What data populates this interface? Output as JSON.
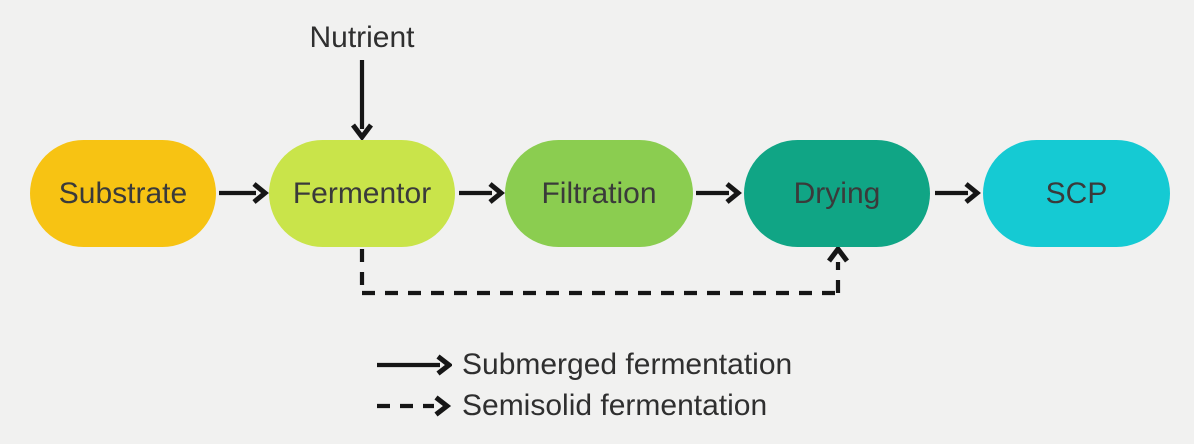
{
  "diagram": {
    "background_color": "#F1F1F0",
    "arrow_color": "#161616",
    "text_color": "#3A3A3A",
    "input_label": "Nutrient",
    "nodes": [
      {
        "id": "substrate",
        "label": "Substrate",
        "color": "#F7C313"
      },
      {
        "id": "fermentor",
        "label": "Fermentor",
        "color": "#C9E44A"
      },
      {
        "id": "filtration",
        "label": "Filtration",
        "color": "#8BCD50"
      },
      {
        "id": "drying",
        "label": "Drying",
        "color": "#10A585"
      },
      {
        "id": "scp",
        "label": "SCP",
        "color": "#15CAD3"
      }
    ],
    "legend": {
      "items": [
        {
          "line_style": "solid",
          "label": "Submerged fermentation"
        },
        {
          "line_style": "dashed",
          "label": "Semisolid fermentation"
        }
      ]
    }
  }
}
